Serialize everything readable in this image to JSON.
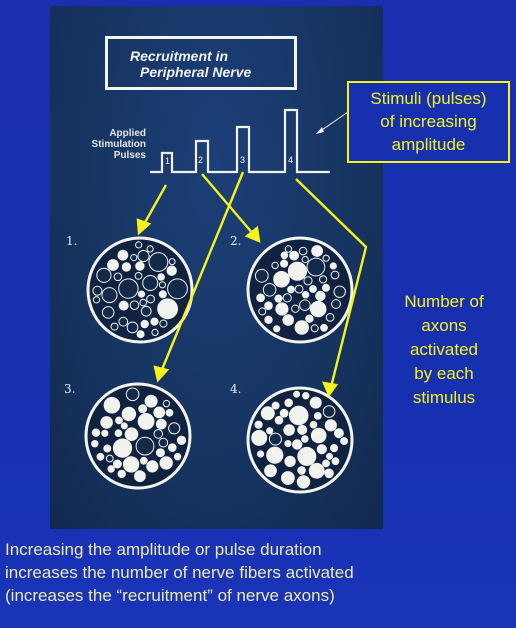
{
  "diagram": {
    "title_lines": [
      "Recruitment in",
      "Peripheral Nerve"
    ],
    "pulses_label_lines": [
      "Applied",
      "Stimulation",
      "Pulses"
    ],
    "pulse_numbers": [
      "1",
      "2",
      "3",
      "4"
    ],
    "nerve_labels": [
      "1.",
      "2.",
      "3.",
      "4."
    ],
    "callout_lines": [
      "Stimuli (pulses)",
      "of increasing",
      "amplitude"
    ],
    "side_text_lines": [
      "Number of",
      "axons",
      "activated",
      "by each",
      "stimulus"
    ],
    "caption_lines": [
      "Increasing the amplitude or pulse duration",
      "increases the number of nerve fibers activated",
      "(increases the “recruitment” of nerve axons)"
    ]
  },
  "colors": {
    "background": "#1730b0",
    "highlight": "#f6f21c",
    "caption": "#eceaa8",
    "panel": "#163460"
  }
}
